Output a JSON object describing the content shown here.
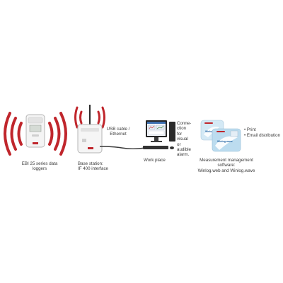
{
  "logger": {
    "label_line1": "EBI 25 series data",
    "label_line2": "loggers"
  },
  "base_station": {
    "label_line1": "Base station:",
    "label_line2": "IF 400 interface"
  },
  "cable": {
    "label_line1": "USB cable /",
    "label_line2": "Ethernet"
  },
  "workplace": {
    "label": "Work place"
  },
  "alarm": {
    "line1": "Conne-",
    "line2": "ction",
    "line3": "for",
    "line4": "visual",
    "line5": "or",
    "line6": "audible",
    "line7": "alarm."
  },
  "software": {
    "label_line1": "Measurement management software:",
    "label_line2": "Winlog.web and Winlog.wave",
    "box1_text": "Winlog.web",
    "box2_text": "Winlog.wave"
  },
  "outputs": {
    "print": "Print",
    "email": "Email distribution"
  },
  "colors": {
    "signal": "#c0262c",
    "device_body": "#f2f2f2",
    "cable": "#3a3a3a",
    "software_bg": "#cfe6f3"
  }
}
